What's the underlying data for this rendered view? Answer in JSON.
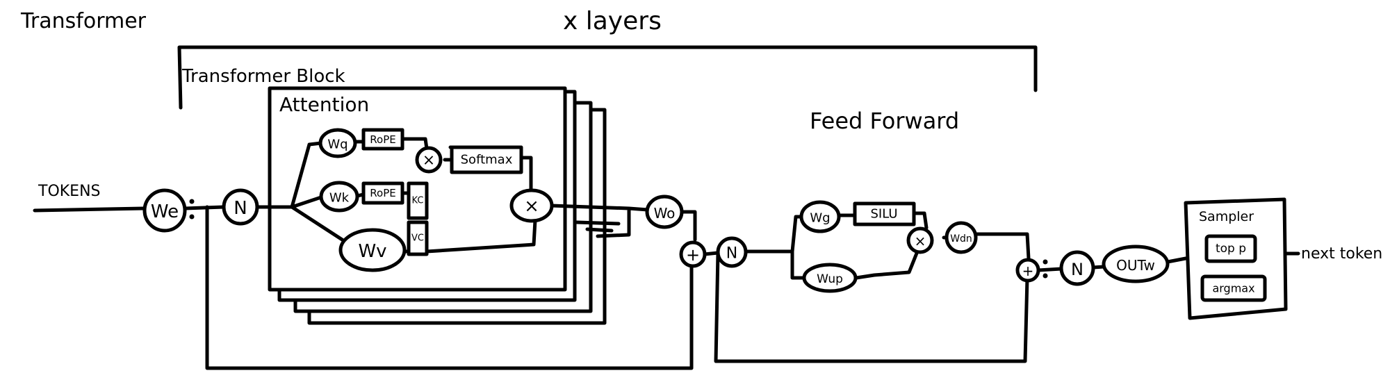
{
  "title": "Transformer",
  "layers_label": "x layers",
  "block_label": "Transformer Block",
  "attention_label": "Attention",
  "feed_forward_label": "Feed Forward",
  "input_label": "TOKENS",
  "output_label": "next token",
  "nodes": {
    "embed": "We",
    "norm_attn": "N",
    "wq": "Wq",
    "wk": "Wk",
    "wv": "Wv",
    "rope_q": "RoPE",
    "rope_k": "RoPE",
    "kcache": "KC",
    "vcache": "VC",
    "qk_mult": "×",
    "softmax": "Softmax",
    "av_mult": "×",
    "wo": "Wo",
    "add_attn": "+",
    "norm_ffn": "N",
    "wg": "Wg",
    "silu": "SILU",
    "wup": "Wup",
    "gate_mult": "×",
    "wdn": "Wdn",
    "add_ffn": "+",
    "norm_final": "N",
    "out": "OUTw",
    "sampler": "Sampler",
    "topp": "top p",
    "argmax": "argmax"
  },
  "colors": {
    "stroke": "#000000",
    "background": "#ffffff"
  }
}
